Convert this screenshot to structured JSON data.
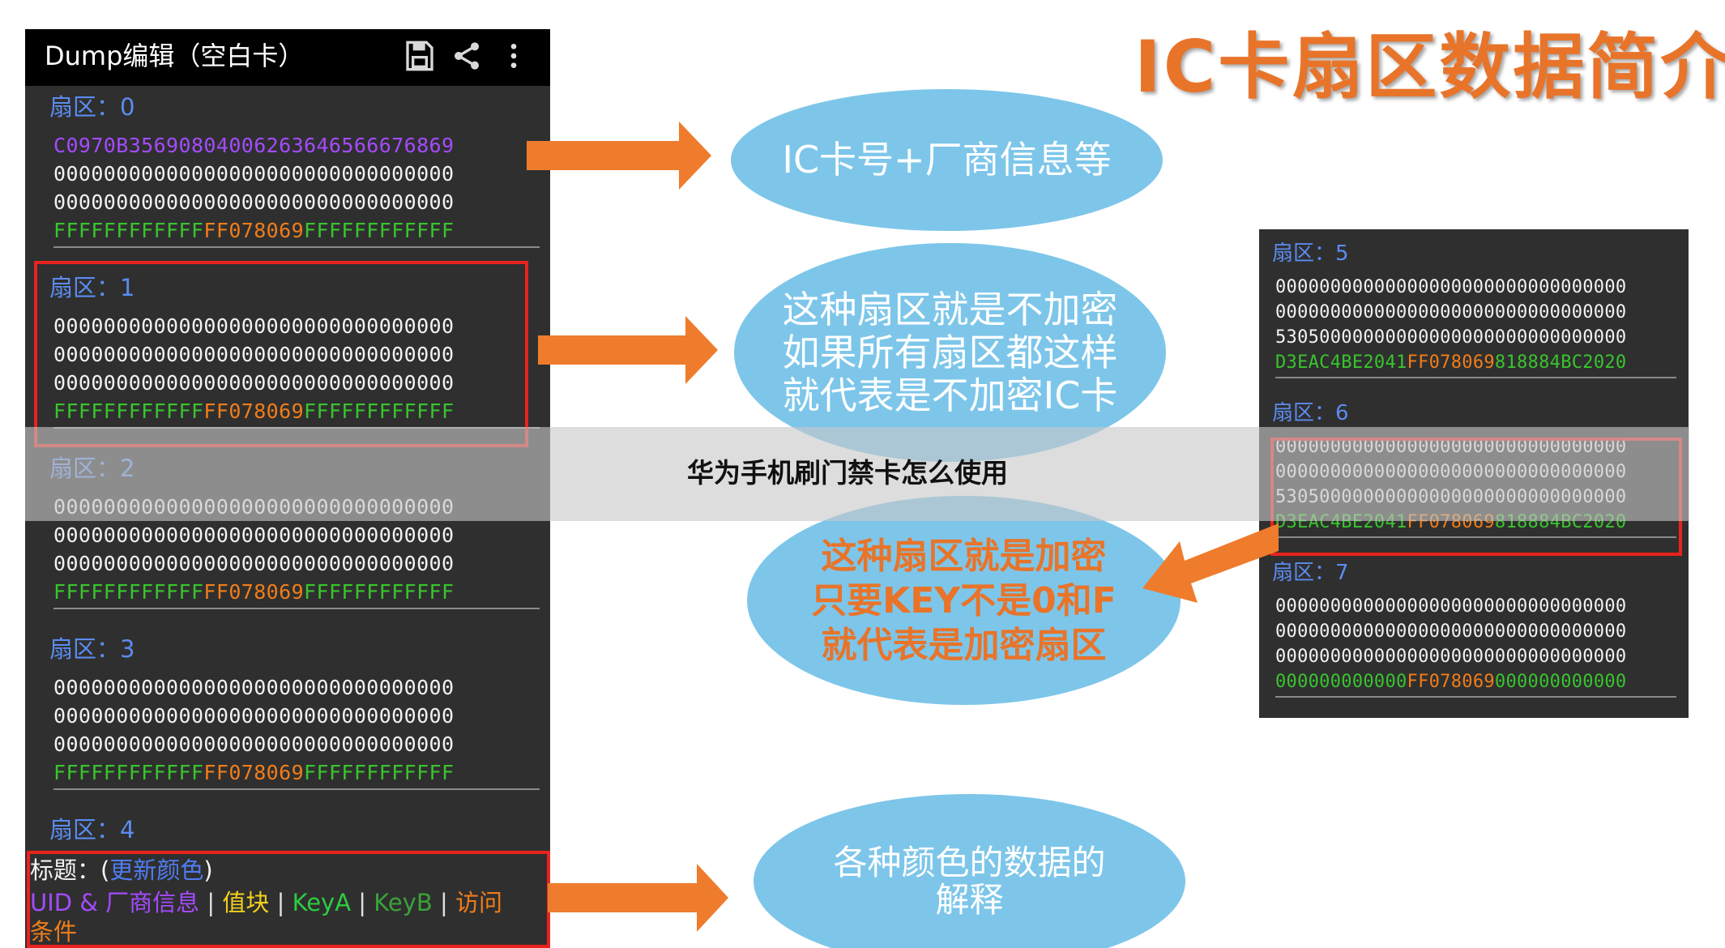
{
  "main_title": "IC卡扇区数据简介",
  "overlay_caption": "华为手机刷门禁卡怎么使用",
  "phone": {
    "title": "Dump编辑（空白卡）",
    "icons": [
      "save-icon",
      "share-icon",
      "more-vert-icon"
    ],
    "sectors": [
      {
        "label": "扇区：0",
        "rows": [
          {
            "segments": [
              {
                "text": "C0970B35690804006263646566676869",
                "color": "purple"
              }
            ]
          },
          {
            "segments": [
              {
                "text": "00000000000000000000000000000000",
                "color": "white"
              }
            ]
          },
          {
            "segments": [
              {
                "text": "00000000000000000000000000000000",
                "color": "white"
              }
            ]
          },
          {
            "segments": [
              {
                "text": "FFFFFFFFFFFF",
                "color": "green"
              },
              {
                "text": "FF078069",
                "color": "orange"
              },
              {
                "text": "FFFFFFFFFFFF",
                "color": "green"
              }
            ]
          }
        ]
      },
      {
        "label": "扇区：1",
        "rows": [
          {
            "segments": [
              {
                "text": "00000000000000000000000000000000",
                "color": "white"
              }
            ]
          },
          {
            "segments": [
              {
                "text": "00000000000000000000000000000000",
                "color": "white"
              }
            ]
          },
          {
            "segments": [
              {
                "text": "00000000000000000000000000000000",
                "color": "white"
              }
            ]
          },
          {
            "segments": [
              {
                "text": "FFFFFFFFFFFF",
                "color": "green"
              },
              {
                "text": "FF078069",
                "color": "orange"
              },
              {
                "text": "FFFFFFFFFFFF",
                "color": "green"
              }
            ]
          }
        ]
      },
      {
        "label": "扇区：2",
        "rows": [
          {
            "segments": [
              {
                "text": "00000000000000000000000000000000",
                "color": "white"
              }
            ]
          },
          {
            "segments": [
              {
                "text": "00000000000000000000000000000000",
                "color": "white"
              }
            ]
          },
          {
            "segments": [
              {
                "text": "00000000000000000000000000000000",
                "color": "white"
              }
            ]
          },
          {
            "segments": [
              {
                "text": "FFFFFFFFFFFF",
                "color": "green"
              },
              {
                "text": "FF078069",
                "color": "orange"
              },
              {
                "text": "FFFFFFFFFFFF",
                "color": "green"
              }
            ]
          }
        ]
      },
      {
        "label": "扇区：3",
        "rows": [
          {
            "segments": [
              {
                "text": "00000000000000000000000000000000",
                "color": "white"
              }
            ]
          },
          {
            "segments": [
              {
                "text": "00000000000000000000000000000000",
                "color": "white"
              }
            ]
          },
          {
            "segments": [
              {
                "text": "00000000000000000000000000000000",
                "color": "white"
              }
            ]
          },
          {
            "segments": [
              {
                "text": "FFFFFFFFFFFF",
                "color": "green"
              },
              {
                "text": "FF078069",
                "color": "orange"
              },
              {
                "text": "FFFFFFFFFFFF",
                "color": "green"
              }
            ]
          }
        ]
      },
      {
        "label": "扇区：4",
        "rows": []
      }
    ],
    "legend": {
      "title_prefix": "标题：(",
      "title_link": "更新颜色",
      "title_suffix": ")",
      "items": [
        {
          "text": "UID",
          "color": "purple"
        },
        {
          "text": " & ",
          "color": "purple"
        },
        {
          "text": "厂商信息",
          "color": "purple"
        },
        {
          "text": " | ",
          "color": "gray"
        },
        {
          "text": "值块",
          "color": "yellow"
        },
        {
          "text": " | ",
          "color": "gray"
        },
        {
          "text": "KeyA",
          "color": "green"
        },
        {
          "text": " | ",
          "color": "gray"
        },
        {
          "text": "KeyB",
          "color": "olive"
        },
        {
          "text": " | ",
          "color": "gray"
        },
        {
          "text": "访问",
          "color": "orange"
        }
      ],
      "line3": "条件"
    }
  },
  "right_panel": {
    "sectors": [
      {
        "label": "扇区：5",
        "rows": [
          {
            "segments": [
              {
                "text": "00000000000000000000000000000000",
                "color": "white"
              }
            ]
          },
          {
            "segments": [
              {
                "text": "00000000000000000000000000000000",
                "color": "white"
              }
            ]
          },
          {
            "segments": [
              {
                "text": "53050000000000000000000000000000",
                "color": "white"
              }
            ]
          },
          {
            "segments": [
              {
                "text": "D3EAC4BE2041",
                "color": "green"
              },
              {
                "text": "FF078069",
                "color": "orange"
              },
              {
                "text": "818884BC2020",
                "color": "green"
              }
            ]
          }
        ]
      },
      {
        "label": "扇区：6",
        "rows": [
          {
            "segments": [
              {
                "text": "00000000000000000000000000000000",
                "color": "white"
              }
            ]
          },
          {
            "segments": [
              {
                "text": "00000000000000000000000000000000",
                "color": "white"
              }
            ]
          },
          {
            "segments": [
              {
                "text": "53050000000000000000000000000000",
                "color": "white"
              }
            ]
          },
          {
            "segments": [
              {
                "text": "D3EAC4BE2041",
                "color": "green"
              },
              {
                "text": "FF078069",
                "color": "orange"
              },
              {
                "text": "818884BC2020",
                "color": "green"
              }
            ]
          }
        ]
      },
      {
        "label": "扇区：7",
        "rows": [
          {
            "segments": [
              {
                "text": "00000000000000000000000000000000",
                "color": "white"
              }
            ]
          },
          {
            "segments": [
              {
                "text": "00000000000000000000000000000000",
                "color": "white"
              }
            ]
          },
          {
            "segments": [
              {
                "text": "00000000000000000000000000000000",
                "color": "white"
              }
            ]
          },
          {
            "segments": [
              {
                "text": "000000000000",
                "color": "green"
              },
              {
                "text": "FF078069",
                "color": "orange"
              },
              {
                "text": "000000000000",
                "color": "green"
              }
            ]
          }
        ]
      }
    ]
  },
  "bubbles": [
    {
      "name": "bubble-uid-info",
      "text": "IC卡号+厂商信息等",
      "style": "plain"
    },
    {
      "name": "bubble-not-encrypted",
      "text": "这种扇区就是不加密\n如果所有扇区都这样\n就代表是不加密IC卡",
      "style": "plain"
    },
    {
      "name": "bubble-encrypted",
      "text": "这种扇区就是加密\n只要KEY不是0和F\n就代表是加密扇区",
      "style": "bold"
    },
    {
      "name": "bubble-color-legend",
      "text": "各种颜色的数据的\n解释",
      "style": "small"
    }
  ],
  "colors": {
    "arrow": "#ef7c2c",
    "bubble": "#7dc6ea",
    "title": "#e8742a",
    "highlight_border": "#e8231d"
  }
}
